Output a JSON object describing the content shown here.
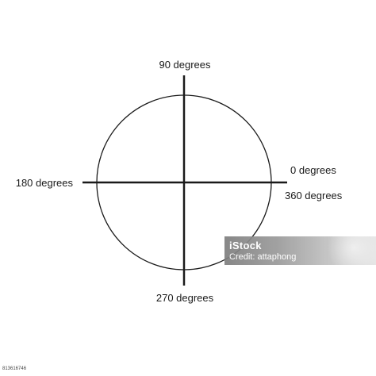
{
  "diagram": {
    "labels": {
      "deg_90": "90 degrees",
      "deg_180": "180 degrees",
      "deg_0": "0 degrees",
      "deg_360": "360 degrees",
      "deg_270": "270 degrees"
    },
    "stroke_color": "#1a1a1a"
  },
  "watermark": {
    "logo": "iStock",
    "credit": "Credit: attaphong"
  },
  "stock_id": "813616746"
}
